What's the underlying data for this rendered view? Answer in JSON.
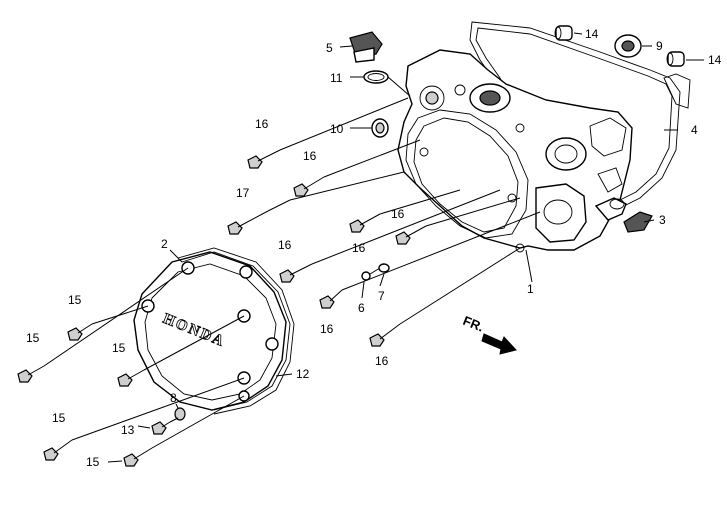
{
  "callouts": {
    "c1": "1",
    "c2": "2",
    "c3": "3",
    "c4": "4",
    "c5": "5",
    "c6": "6",
    "c7": "7",
    "c8": "8",
    "c9": "9",
    "c10": "10",
    "c11": "11",
    "c12": "12",
    "c13": "13",
    "c14a": "14",
    "c14b": "14",
    "c15a": "15",
    "c15b": "15",
    "c15c": "15",
    "c15d": "15",
    "c15e": "15",
    "c16a": "16",
    "c16b": "16",
    "c16c": "16",
    "c16d": "16",
    "c16e": "16",
    "c16f": "16",
    "c16g": "16",
    "c17": "17"
  },
  "emblem": "HONDA",
  "direction_label": "FR."
}
